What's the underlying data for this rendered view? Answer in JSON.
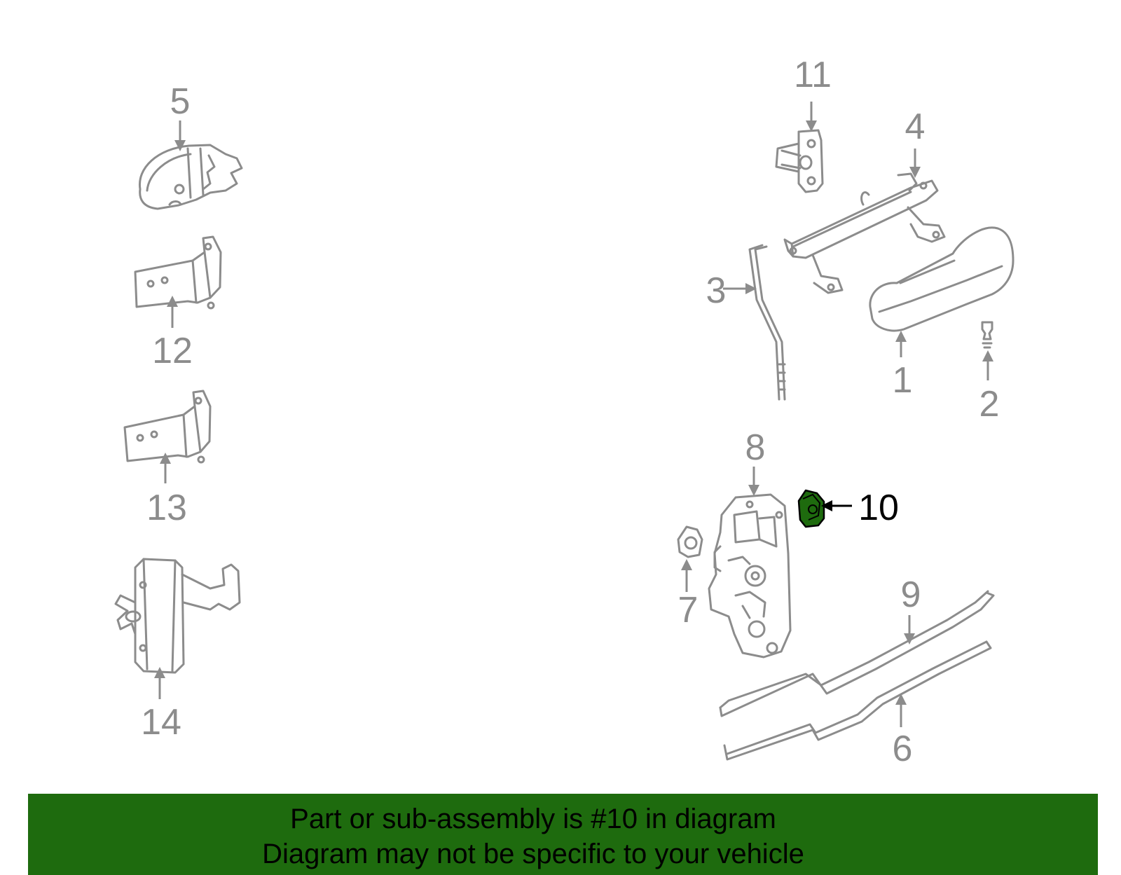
{
  "callouts": {
    "c1": "1",
    "c2": "2",
    "c3": "3",
    "c4": "4",
    "c5": "5",
    "c6": "6",
    "c7": "7",
    "c8": "8",
    "c9": "9",
    "c10": "10",
    "c11": "11",
    "c12": "12",
    "c13": "13",
    "c14": "14"
  },
  "highlight": {
    "part": "10",
    "color": "#1e6b0e"
  },
  "banner": {
    "line1": "Part or sub-assembly is #10 in diagram",
    "line2": "Diagram may not be specific to your vehicle",
    "background": "#1e6b0e"
  },
  "colors": {
    "linework": "#8c8c8c",
    "highlight_label": "#000000"
  }
}
